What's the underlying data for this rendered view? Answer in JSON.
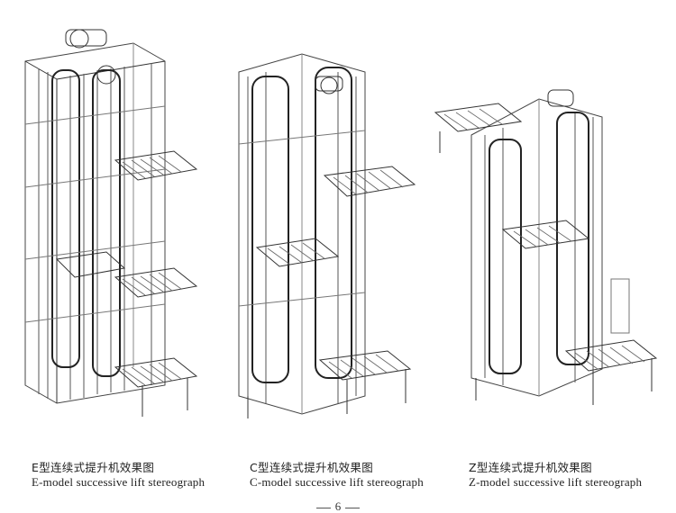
{
  "figures": [
    {
      "id": "e",
      "caption_cn": "E型连续式提升机效果图",
      "caption_en": "E-model successive lift stereograph"
    },
    {
      "id": "c",
      "caption_cn": "C型连续式提升机效果图",
      "caption_en": "C-model successive lift stereograph"
    },
    {
      "id": "z",
      "caption_cn": "Z型连续式提升机效果图",
      "caption_en": "Z-model successive lift stereograph"
    }
  ],
  "page_number": "6",
  "colors": {
    "line": "#333333",
    "light_line": "#888888",
    "background": "#ffffff"
  }
}
